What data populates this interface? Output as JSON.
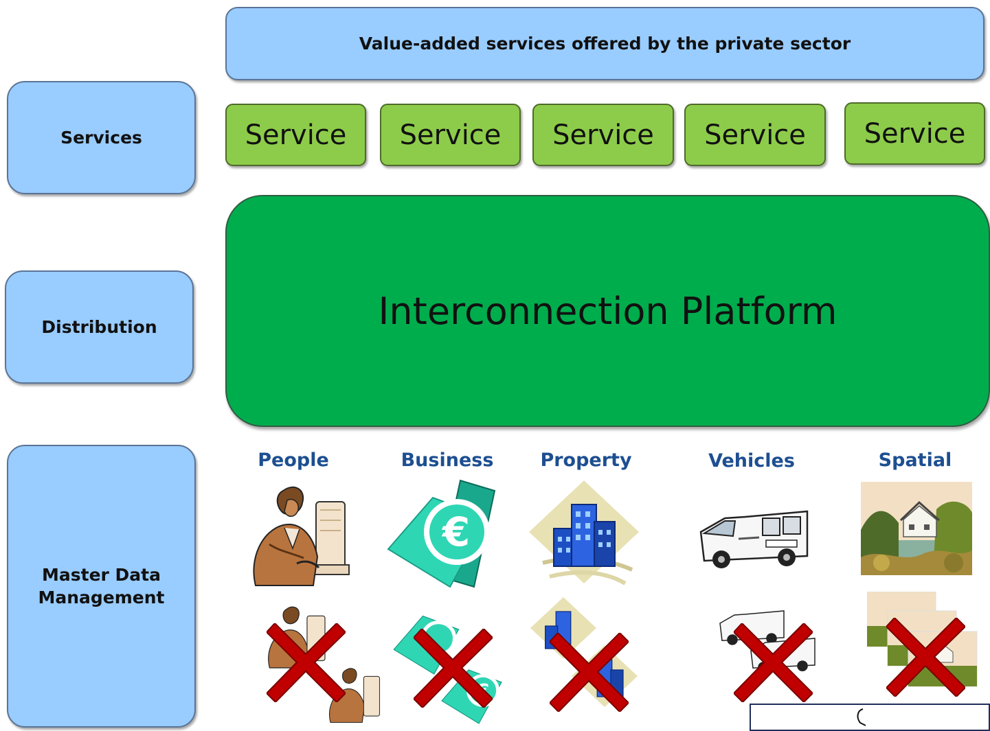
{
  "layers": {
    "services": "Services",
    "distribution": "Distribution",
    "master_data": [
      "Master Data",
      "Management"
    ]
  },
  "banner": "Value-added services offered by the private sector",
  "services": [
    "Service",
    "Service",
    "Service",
    "Service",
    "Service"
  ],
  "platform": "Interconnection Platform",
  "categories": [
    {
      "label": "People",
      "icon": "person-at-computer-icon"
    },
    {
      "label": "Business",
      "icon": "euro-money-icon"
    },
    {
      "label": "Property",
      "icon": "office-building-icon"
    },
    {
      "label": "Vehicles",
      "icon": "ambulance-icon"
    },
    {
      "label": "Spatial",
      "icon": "landscape-house-icon"
    }
  ],
  "colors": {
    "layer_box": "#99ccff",
    "service_box": "#8dcc4a",
    "platform_box": "#00ad4d",
    "category_text": "#1d4f91",
    "cross": "#c00000"
  }
}
